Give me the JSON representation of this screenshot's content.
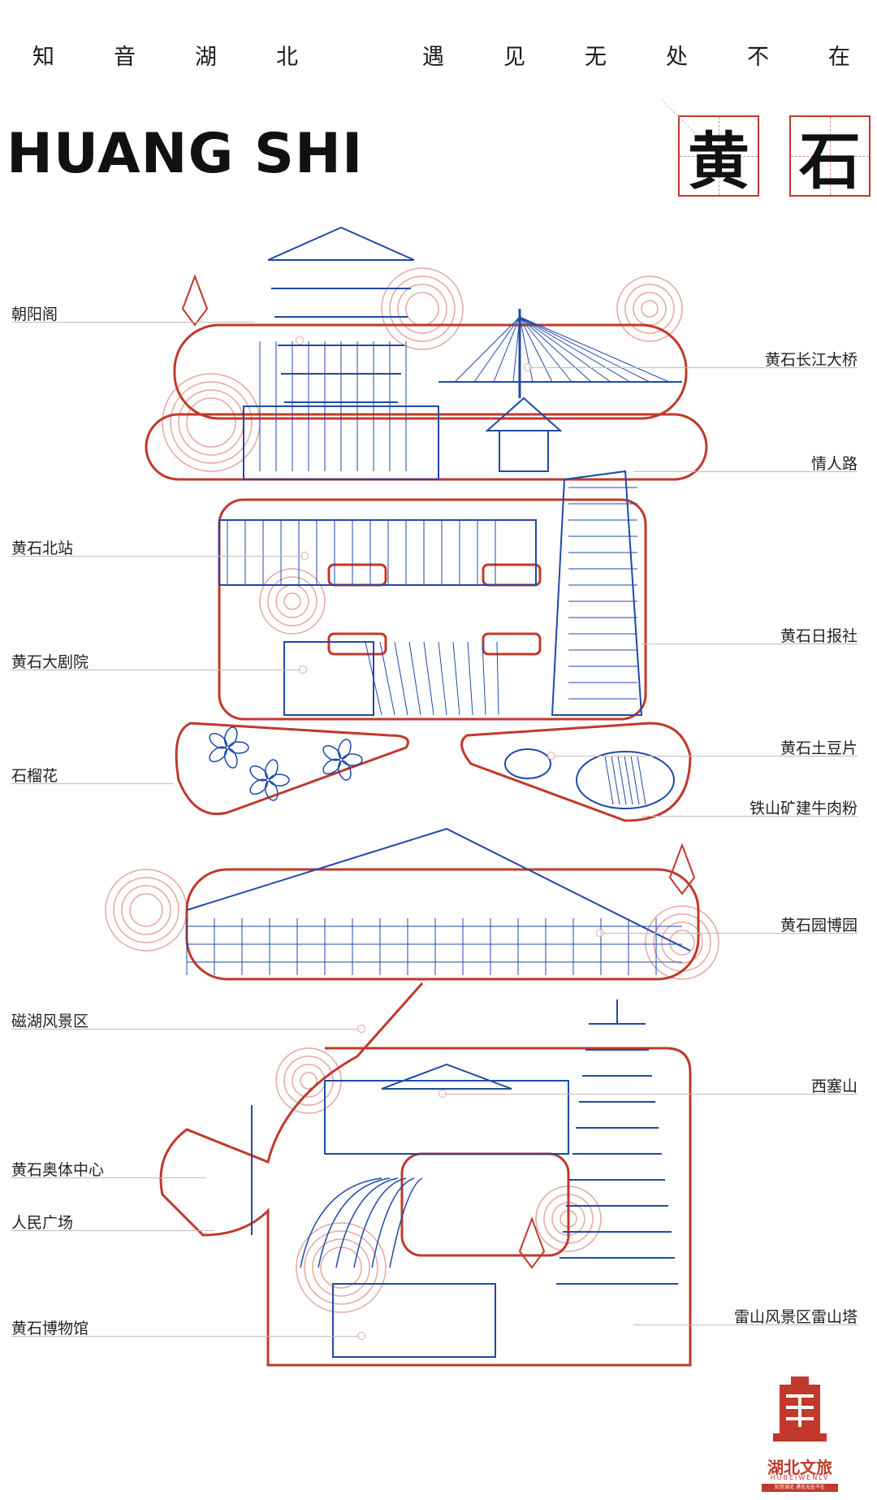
{
  "top_slogan": [
    "知",
    "音",
    "湖",
    "北",
    "遇",
    "见",
    "无",
    "处",
    "不",
    "在"
  ],
  "title_en": "HUANG SHI",
  "title_cn": [
    "黄",
    "石"
  ],
  "colors": {
    "red": "#c0392b",
    "blue": "#1f4aa8",
    "light_red": "#e3a8a0"
  },
  "labels_left": [
    "朝阳阁",
    "黄石北站",
    "黄石大剧院",
    "石榴花",
    "磁湖风景区",
    "黄石奥体中心",
    "人民广场",
    "黄石博物馆"
  ],
  "labels_right": [
    "黄石长江大桥",
    "情人路",
    "黄石日报社",
    "黄石土豆片",
    "铁山矿建牛肉粉",
    "黄石园博园",
    "西塞山",
    "雷山风景区雷山塔"
  ],
  "logo": {
    "icon": "hubei-seal-icon",
    "name": "湖北文旅",
    "en": "HUBEIWENLV",
    "tagline": "知音湖北 遇见无处不在"
  }
}
